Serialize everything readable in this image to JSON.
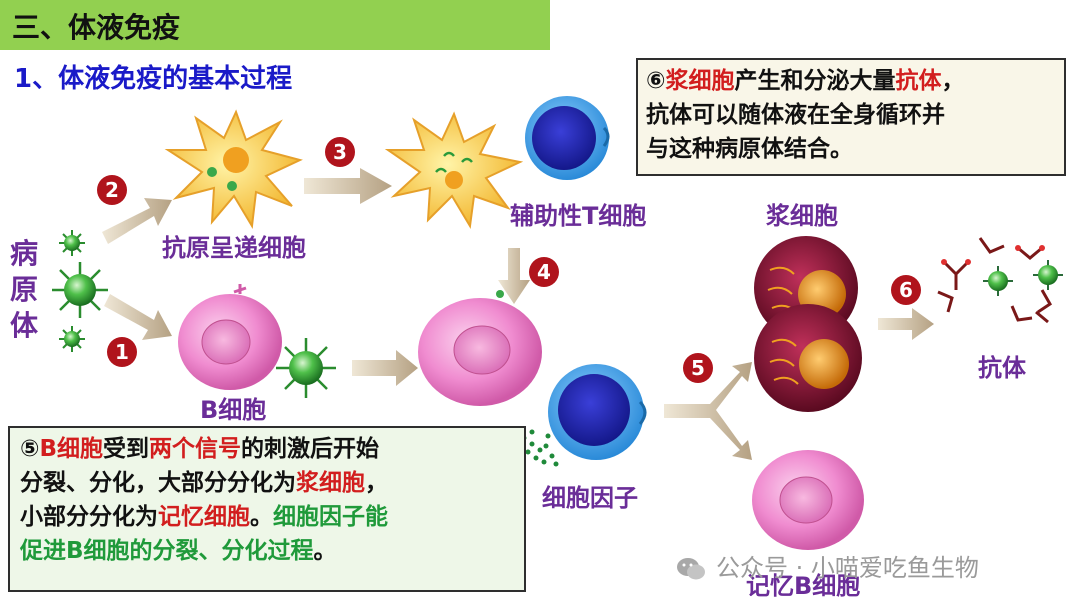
{
  "header": {
    "title": "三、体液免疫"
  },
  "subtitle": "1、体液免疫的基本过程",
  "labels": {
    "pathogen_chars": [
      "病",
      "原",
      "体"
    ],
    "apc": "抗原呈递细胞",
    "helper_t": "辅助性T细胞",
    "b_cell": "B细胞",
    "plasma_cell": "浆细胞",
    "antibody": "抗体",
    "cytokine": "细胞因子",
    "memory_b": "记忆B细胞"
  },
  "step_numbers": [
    "1",
    "2",
    "3",
    "4",
    "5",
    "6"
  ],
  "box_top": {
    "circle_num": "⑥",
    "t1": "浆细胞",
    "t2": "产生和分泌大量",
    "t3": "抗体",
    "t4": "，",
    "line2": "抗体可以随体液在全身循环并",
    "line3": "与这种病原体结合。"
  },
  "box_bottom": {
    "circle_num": "⑤",
    "l1a": "B细胞",
    "l1b": "受到",
    "l1c": "两个信号",
    "l1d": "的刺激后开始",
    "l2a": "分裂、分化，大部分分化为",
    "l2b": "浆细胞",
    "l2c": "，",
    "l3a": "小部分分化为",
    "l3b": "记忆细胞",
    "l3c": "。",
    "l3d": "细胞因子能",
    "l4a": "促进B细胞的分裂、分化过程",
    "l4b": "。"
  },
  "watermark": "公众号 · 小喵爱吃鱼生物",
  "colors": {
    "title_bg": "#92d050",
    "subtitle": "#1a1ac8",
    "label_purple": "#6a2d98",
    "highlight_red": "#d21e1e",
    "highlight_green": "#1f9a3a"
  }
}
